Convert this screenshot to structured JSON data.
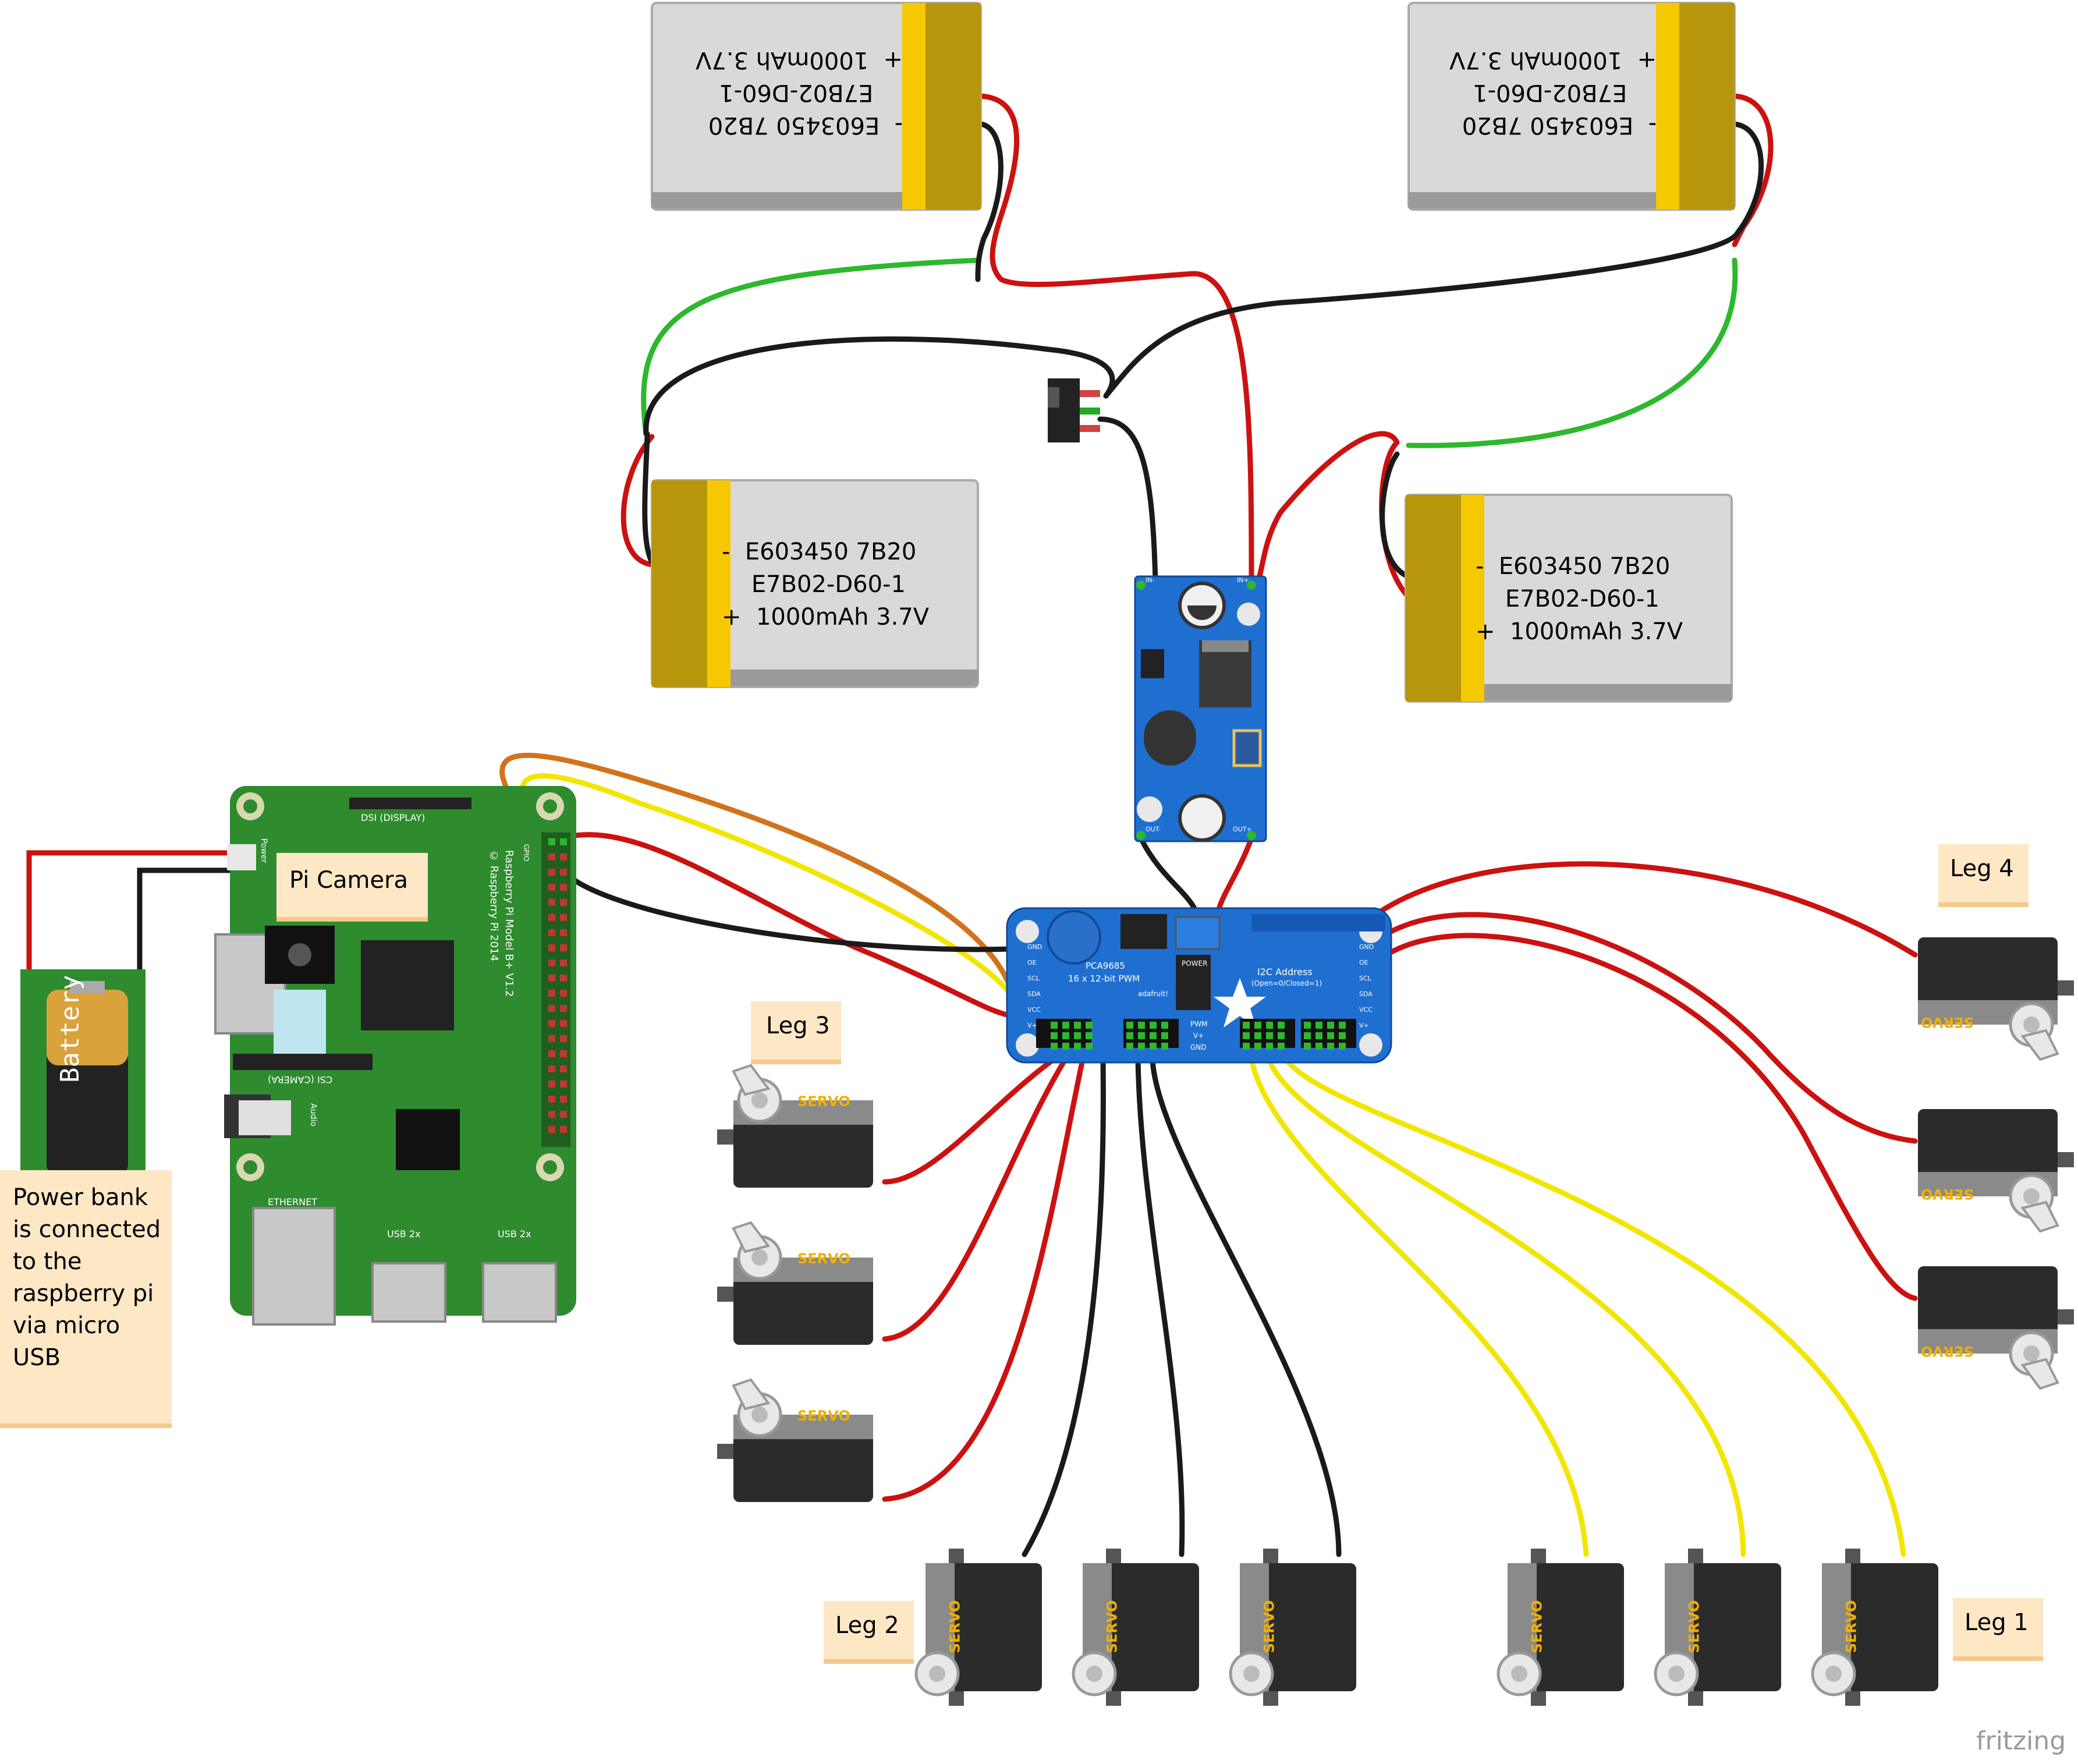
{
  "batteries": [
    {
      "line1": "E603450 7B20",
      "line2": "E7B02-D60-1",
      "line3": "1000mAh 3.7V",
      "minus": "-",
      "plus": "+"
    },
    {
      "line1": "E603450 7B20",
      "line2": "E7B02-D60-1",
      "line3": "1000mAh 3.7V",
      "minus": "-",
      "plus": "+"
    },
    {
      "line1": "E603450 7B20",
      "line2": "E7B02-D60-1",
      "line3": "1000mAh 3.7V",
      "minus": "-",
      "plus": "+"
    },
    {
      "line1": "E603450 7B20",
      "line2": "E7B02-D60-1",
      "line3": "1000mAh 3.7V",
      "minus": "-",
      "plus": "+"
    }
  ],
  "raspberry_pi": {
    "model": "Raspberry Pi Model B+ V1.2",
    "copyright": "© Raspberry Pi 2014",
    "dsi": "DSI (DISPLAY)",
    "csi": "CSI (CAMERA)",
    "power": "Power",
    "audio": "Audio",
    "ethernet": "ETHERNET",
    "usb1": "USB 2x",
    "usb2": "USB 2x",
    "gpio": "GPIO"
  },
  "pwm_board": {
    "chip": "PCA9685",
    "subtitle": "16 x 12-bit PWM",
    "i2c": "I2C Address",
    "i2c_sub": "(Open=0/Closed=1)",
    "power": "POWER",
    "brand": "adafruit!",
    "pins_left": [
      "GND",
      "OE",
      "SCL",
      "SDA",
      "VCC",
      "V+"
    ],
    "pins_right": [
      "GND",
      "OE",
      "SCL",
      "SDA",
      "VCC",
      "V+"
    ],
    "rail": [
      "PWM",
      "V+",
      "GND"
    ]
  },
  "regulator": {
    "in_minus": "IN-",
    "in_plus": "IN+",
    "out_minus": "OUT-",
    "out_plus": "OUT+"
  },
  "labels": {
    "pi_camera": "Pi Camera",
    "leg1": "Leg 1",
    "leg2": "Leg 2",
    "leg3": "Leg 3",
    "leg4": "Leg 4",
    "power_note": "Power bank\nis connected\nto the\nraspberry pi\nvia micro\nUSB",
    "battery_word": "Battery",
    "servo": "SERVO",
    "watermark": "fritzing"
  },
  "colors": {
    "wire_red": "#cc1111",
    "wire_black": "#1a1a1a",
    "wire_green": "#2db82d",
    "wire_yellow": "#f2e600",
    "wire_orange": "#d2731c",
    "pi_green": "#2e8b2e",
    "pwm_blue": "#1f6fd1",
    "reg_blue": "#1f6fd1",
    "battery_gold": "#b8960c",
    "note_bg": "#fde7c4"
  }
}
